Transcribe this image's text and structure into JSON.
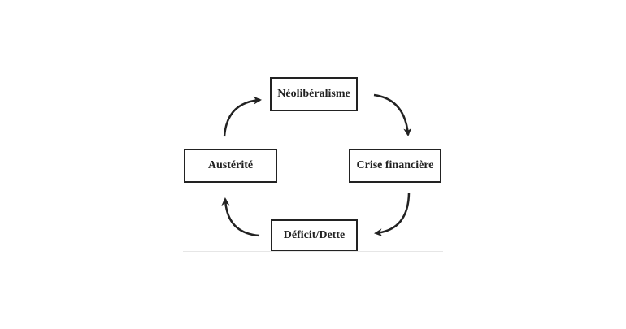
{
  "diagram": {
    "type": "cycle",
    "nodes": [
      {
        "id": "neoliberalisme",
        "label": "Néolibéralisme"
      },
      {
        "id": "crise",
        "label": "Crise financière"
      },
      {
        "id": "deficit",
        "label": "Déficit/Dette"
      },
      {
        "id": "austerite",
        "label": "Austérité"
      }
    ],
    "edges": [
      {
        "from": "neoliberalisme",
        "to": "crise"
      },
      {
        "from": "crise",
        "to": "deficit"
      },
      {
        "from": "deficit",
        "to": "austerite"
      },
      {
        "from": "austerite",
        "to": "neoliberalisme"
      }
    ]
  }
}
